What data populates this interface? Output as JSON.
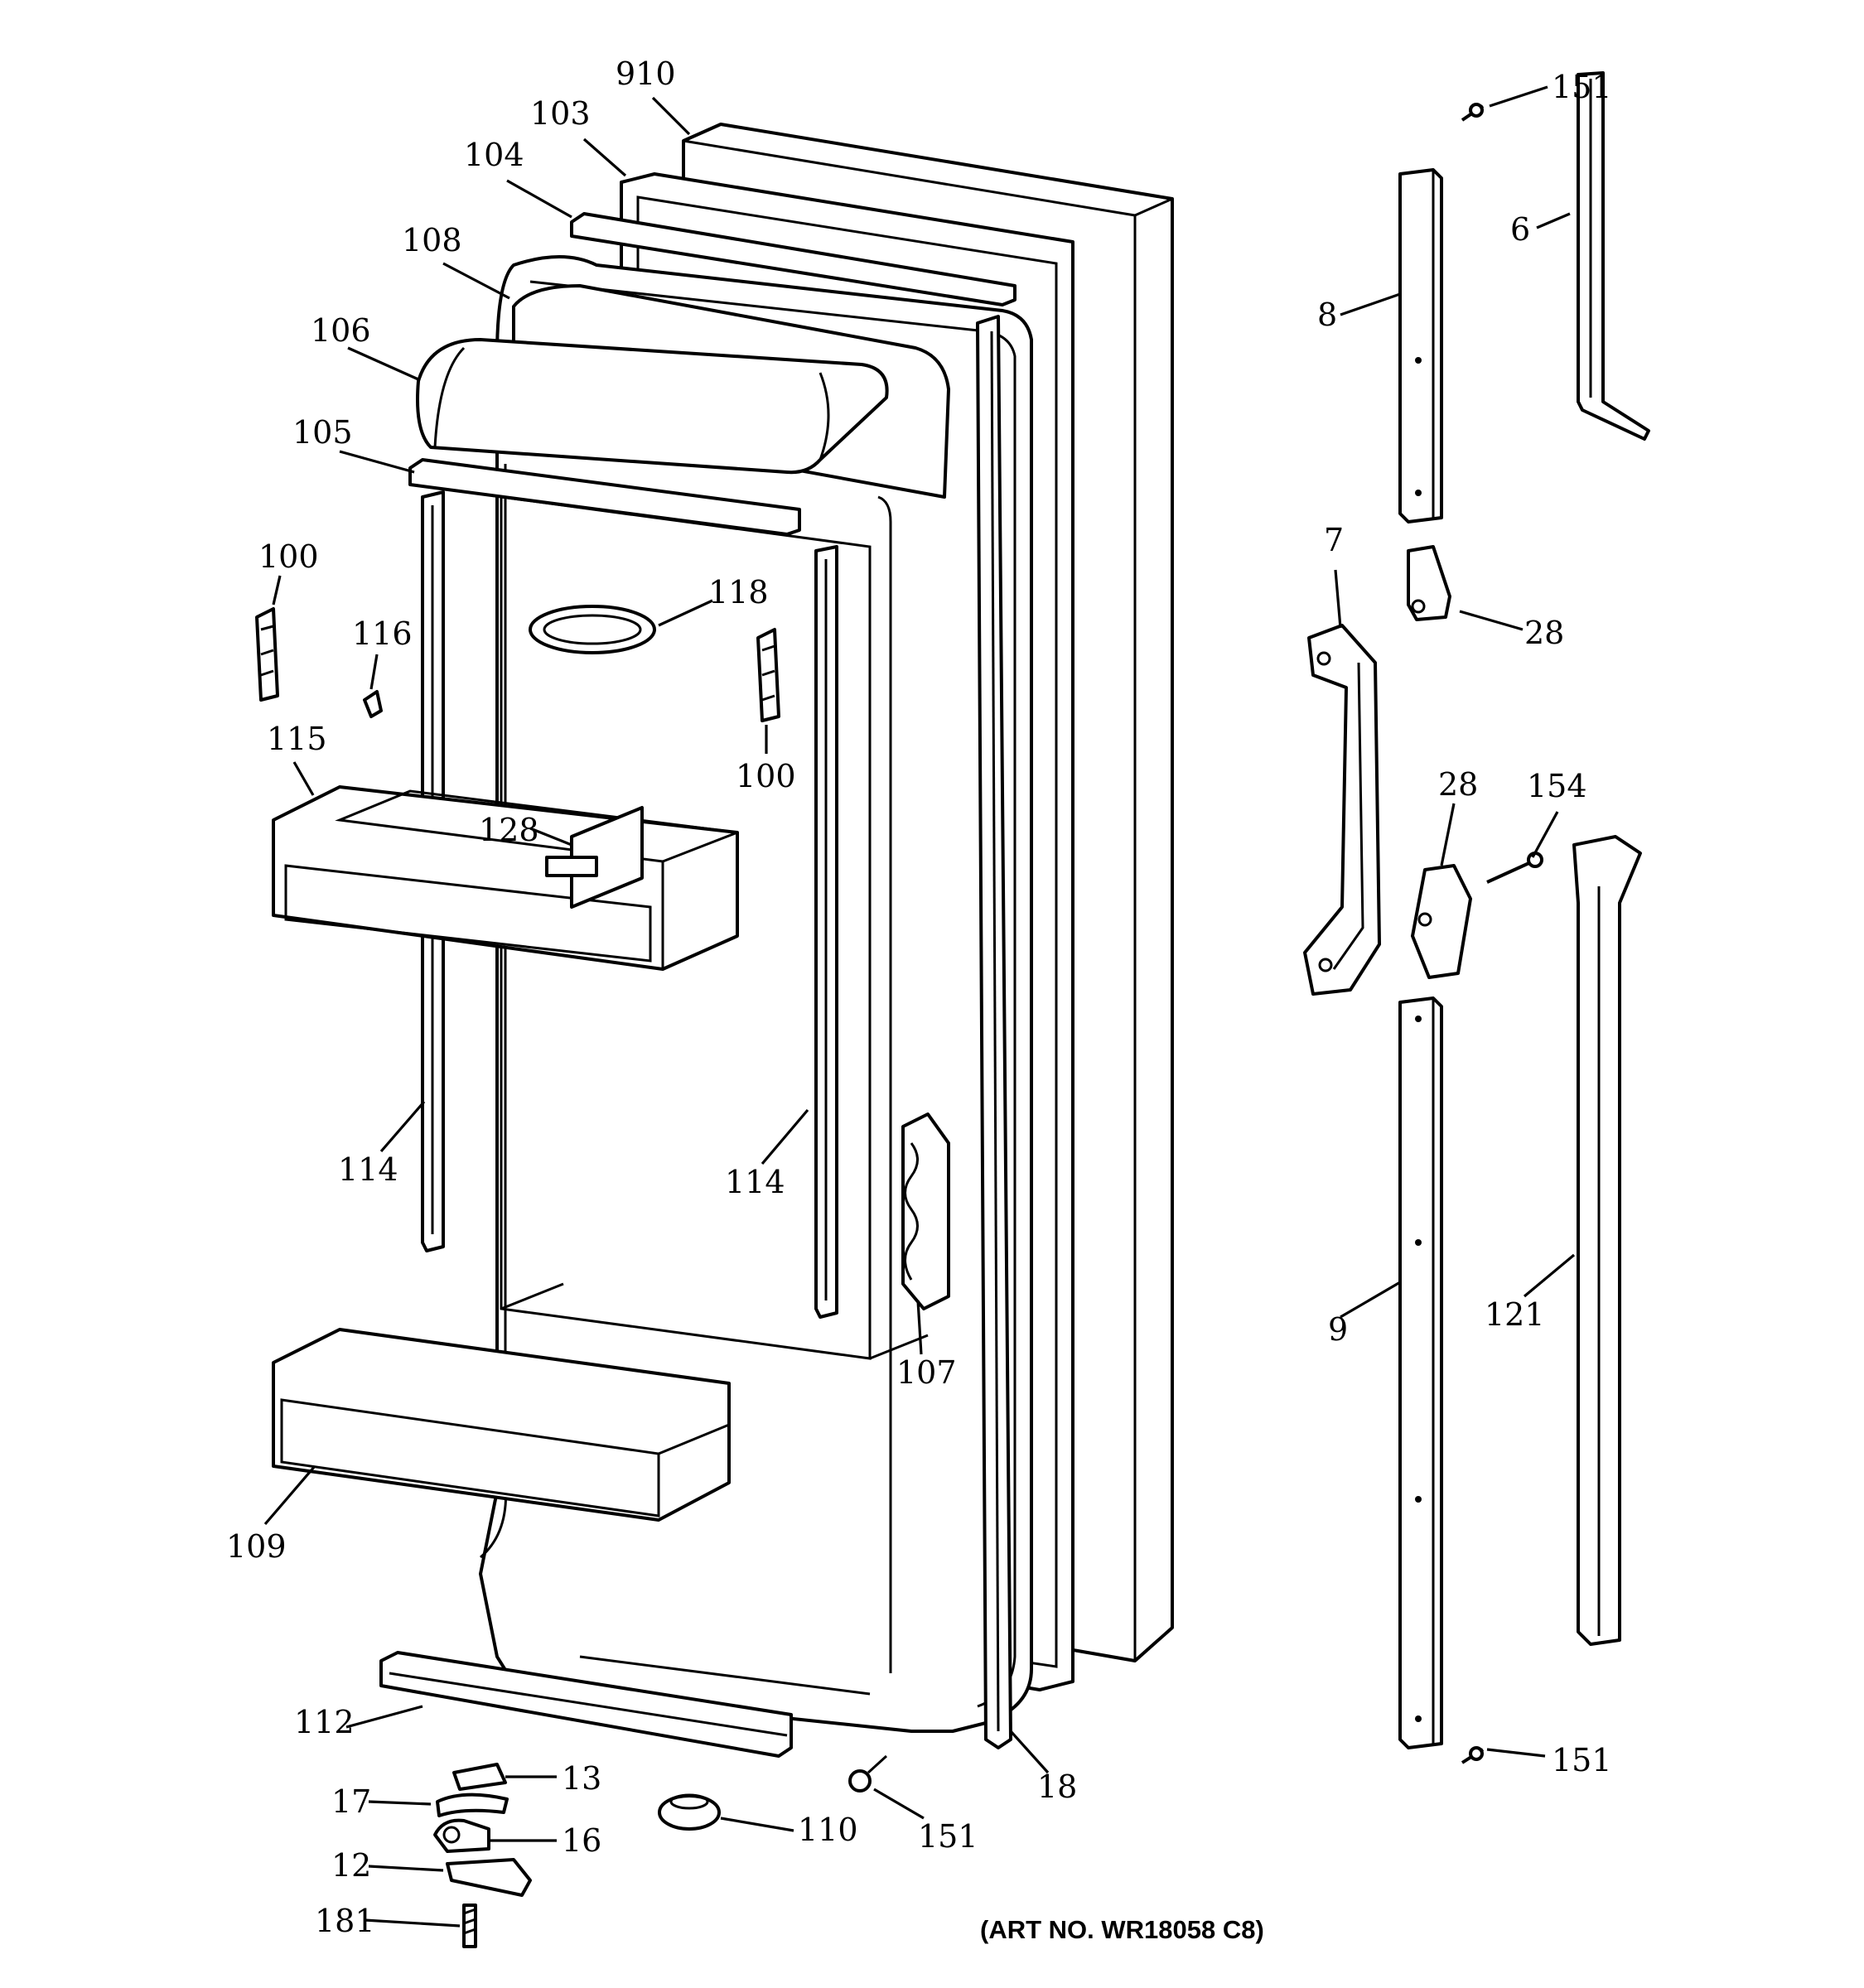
{
  "art_number": "(ART NO. WR18058 C8)",
  "callouts": [
    {
      "id": "c910",
      "label": "910"
    },
    {
      "id": "c103",
      "label": "103"
    },
    {
      "id": "c104",
      "label": "104"
    },
    {
      "id": "c108",
      "label": "108"
    },
    {
      "id": "c106",
      "label": "106"
    },
    {
      "id": "c105",
      "label": "105"
    },
    {
      "id": "c100a",
      "label": "100"
    },
    {
      "id": "c116",
      "label": "116"
    },
    {
      "id": "c118",
      "label": "118"
    },
    {
      "id": "c100b",
      "label": "100"
    },
    {
      "id": "c115",
      "label": "115"
    },
    {
      "id": "c128",
      "label": "128"
    },
    {
      "id": "c114a",
      "label": "114"
    },
    {
      "id": "c114b",
      "label": "114"
    },
    {
      "id": "c107",
      "label": "107"
    },
    {
      "id": "c109",
      "label": "109"
    },
    {
      "id": "c112",
      "label": "112"
    },
    {
      "id": "c13",
      "label": "13"
    },
    {
      "id": "c17",
      "label": "17"
    },
    {
      "id": "c16",
      "label": "16"
    },
    {
      "id": "c12",
      "label": "12"
    },
    {
      "id": "c181",
      "label": "181"
    },
    {
      "id": "c110",
      "label": "110"
    },
    {
      "id": "c151a",
      "label": "151"
    },
    {
      "id": "c18",
      "label": "18"
    },
    {
      "id": "c151b",
      "label": "151"
    },
    {
      "id": "c6",
      "label": "6"
    },
    {
      "id": "c8",
      "label": "8"
    },
    {
      "id": "c7",
      "label": "7"
    },
    {
      "id": "c28a",
      "label": "28"
    },
    {
      "id": "c28b",
      "label": "28"
    },
    {
      "id": "c154",
      "label": "154"
    },
    {
      "id": "c9",
      "label": "9"
    },
    {
      "id": "c121",
      "label": "121"
    },
    {
      "id": "c151c",
      "label": "151"
    }
  ]
}
